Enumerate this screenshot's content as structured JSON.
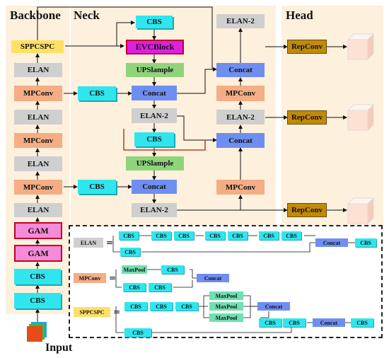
{
  "titles": {
    "backbone": "Backbone",
    "neck": "Neck",
    "head": "Head",
    "input": "Input"
  },
  "backbone": [
    "SPPCSPC",
    "ELAN",
    "MPConv",
    "ELAN",
    "MPConv",
    "ELAN",
    "MPConv",
    "ELAN",
    "GAM",
    "GAM",
    "CBS",
    "CBS"
  ],
  "neck": {
    "cbs_top": "CBS",
    "evc": "EVCBlock",
    "up1": "UPSlample",
    "concat1": "Concat",
    "elan1": "ELAN-2",
    "cbs_mid": "CBS",
    "up2": "UPSlample",
    "concat2": "Concat",
    "elan2": "ELAN-2",
    "cbs_side1": "CBS",
    "cbs_side2": "CBS",
    "r_elan_top": "ELAN-2",
    "r_concat_top": "Concat",
    "r_mpconv1": "MPConv",
    "r_elan_mid": "ELAN-2",
    "r_concat_mid": "Concat",
    "r_mpconv2": "MPConv"
  },
  "head": {
    "rep1": "RepConv",
    "rep2": "RepConv",
    "rep3": "RepConv"
  },
  "legend": {
    "elan": {
      "name": "ELAN",
      "eq": "=",
      "cbs": "CBS",
      "concat": "Concat"
    },
    "mpconv": {
      "name": "MPConv",
      "eq": "=",
      "maxpool": "MaxPool",
      "cbs": "CBS",
      "concat": "Concat"
    },
    "sppcspc": {
      "name": "SPPCSPC",
      "eq": "=",
      "cbs": "CBS",
      "maxpool": "MaxPool",
      "concat": "Concat"
    }
  },
  "colors": {
    "cbs": "#2fe6ee",
    "elan": "#cfcfcf",
    "mpconv": "#f4ad84",
    "concat": "#6f8ef2",
    "upsample": "#8fd47a",
    "evc": "#e01ee0",
    "gam": "#f58ad8",
    "repconv": "#c08a0a",
    "sppcspc": "#ffe066",
    "panel": "#fdf0dd"
  }
}
